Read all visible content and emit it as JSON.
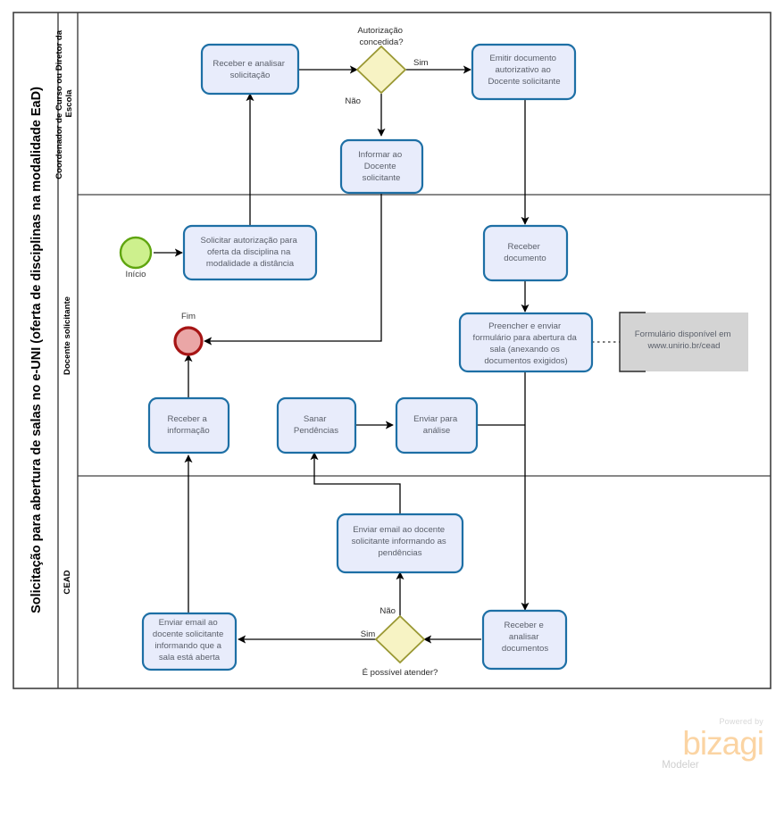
{
  "diagram": {
    "type": "bpmn-pool",
    "pool_title": "Solicitação para abertura de salas no e-UNI (oferta de disciplinas na modalidade EaD)",
    "lanes": [
      {
        "id": "lane-coordenador",
        "label": "Coordenador de Curso ou Diretor da Escola"
      },
      {
        "id": "lane-docente",
        "label": "Docente  solicitante"
      },
      {
        "id": "lane-cead",
        "label": "CEAD"
      }
    ],
    "events": [
      {
        "id": "start-1",
        "kind": "start",
        "label": "Início"
      },
      {
        "id": "end-1",
        "kind": "end",
        "label": "Fim"
      }
    ],
    "tasks": [
      {
        "id": "t-receber-analisar-solicitacao",
        "lane": "lane-coordenador",
        "lines": [
          "Receber  e analisar",
          "solicitação"
        ]
      },
      {
        "id": "t-emitir-documento",
        "lane": "lane-coordenador",
        "lines": [
          "Emitir documento",
          "autorizativo ao",
          "Docente solicitante"
        ]
      },
      {
        "id": "t-informar-docente",
        "lane": "lane-coordenador",
        "lines": [
          "Informar ao",
          "Docente",
          "solicitante"
        ]
      },
      {
        "id": "t-solicitar-autorizacao",
        "lane": "lane-docente",
        "lines": [
          "Solicitar autorização para",
          "oferta da disciplina na",
          "modalidade a distância"
        ]
      },
      {
        "id": "t-receber-documento",
        "lane": "lane-docente",
        "lines": [
          "Receber",
          "documento"
        ]
      },
      {
        "id": "t-preencher-enviar-formulario",
        "lane": "lane-docente",
        "lines": [
          "Preencher e enviar",
          "formulário para abertura da",
          "sala (anexando os",
          "documentos exigidos)"
        ]
      },
      {
        "id": "t-receber-informacao",
        "lane": "lane-docente",
        "lines": [
          "Receber a",
          "informação"
        ]
      },
      {
        "id": "t-sanar-pendencias",
        "lane": "lane-docente",
        "lines": [
          "Sanar",
          "Pendências"
        ]
      },
      {
        "id": "t-enviar-para-analise",
        "lane": "lane-docente",
        "lines": [
          "Enviar para",
          "análise"
        ]
      },
      {
        "id": "t-enviar-email-pendencias",
        "lane": "lane-cead",
        "lines": [
          "Enviar email ao docente",
          "solicitante informando as",
          "pendências"
        ]
      },
      {
        "id": "t-enviar-email-sala-aberta",
        "lane": "lane-cead",
        "lines": [
          "Enviar email ao",
          "docente solicitante",
          "informando que a",
          "sala está aberta"
        ]
      },
      {
        "id": "t-receber-analisar-documentos",
        "lane": "lane-cead",
        "lines": [
          "Receber e",
          "analisar",
          "documentos"
        ]
      }
    ],
    "gateways": [
      {
        "id": "gw-autorizacao",
        "lane": "lane-coordenador",
        "label": "Autorização concedida?",
        "label_lines": [
          "Autorização",
          "concedida?"
        ],
        "label_position": "above"
      },
      {
        "id": "gw-possivel-atender",
        "lane": "lane-cead",
        "label": "É possível atender?",
        "label_lines": [
          "É possível atender?"
        ],
        "label_position": "below"
      }
    ],
    "flow_labels": [
      {
        "id": "flow-label-sim-autorizacao",
        "text": "Sim"
      },
      {
        "id": "flow-label-nao-autorizacao",
        "text": "Não"
      },
      {
        "id": "flow-label-nao-atender",
        "text": "Não"
      },
      {
        "id": "flow-label-sim-atender",
        "text": "Sim"
      }
    ],
    "annotations": [
      {
        "id": "anno-formulario",
        "lines": [
          "Formulário disponível em",
          "www.unirio.br/cead"
        ],
        "attached_to": "t-preencher-enviar-formulario"
      }
    ],
    "colors": {
      "task_fill": "#e8ecfb",
      "task_stroke": "#1d6fa5",
      "task_text": "#5a5f6a",
      "gateway_fill": "#f7f3c4",
      "gateway_stroke": "#9a9833",
      "start_fill": "#cdf08d",
      "start_stroke": "#5fa50f",
      "end_fill": "#eaa6a6",
      "end_stroke": "#a61414",
      "annotation_fill": "#d4d4d4",
      "pool_stroke": "#404040",
      "flow_stroke": "#000000"
    }
  },
  "branding": {
    "powered_by": "Powered by",
    "product": "bizagi",
    "edition": "Modeler",
    "powered_color": "#d8d8d8",
    "product_color": "#fbd4a3",
    "edition_color": "#cfcfcf"
  }
}
